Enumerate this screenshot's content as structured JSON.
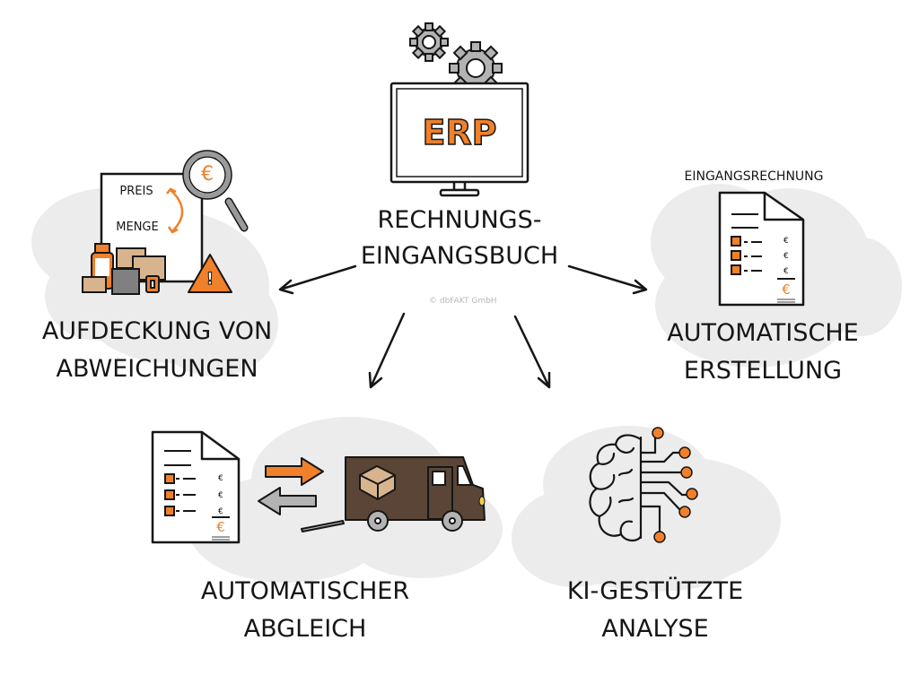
{
  "colors": {
    "accent": "#f0802a",
    "ink": "#161616",
    "cloud": "#ececec",
    "gear": "#b3b3b3",
    "truck": "#5a4537",
    "box": "#d8b48e"
  },
  "center": {
    "screen_text": "ERP",
    "title_line1": "RECHNUNGS-",
    "title_line2": "EINGANGSBUCH",
    "copyright": "© dbFAKT GmbH",
    "icons": [
      "gear-icon",
      "monitor-icon"
    ]
  },
  "nodes": {
    "discrepancies": {
      "line1": "AUFDECKUNG VON",
      "line2": "ABWEICHUNGEN",
      "doc_word1": "PREIS",
      "doc_word2": "MENGE",
      "magnifier_symbol": "€",
      "warning_symbol": "!",
      "icons": [
        "document-icon",
        "magnifier-icon",
        "swap-arrow-icon",
        "boxes-icon",
        "warning-icon"
      ]
    },
    "creation": {
      "caption": "EINGANGSRECHNUNG",
      "line1": "AUTOMATISCHE",
      "line2": "ERSTELLUNG",
      "currency": "€",
      "icons": [
        "invoice-icon"
      ]
    },
    "matching": {
      "line1": "AUTOMATISCHER",
      "line2": "ABGLEICH",
      "currency": "€",
      "icons": [
        "invoice-icon",
        "arrow-right-icon",
        "arrow-left-icon",
        "delivery-truck-icon"
      ]
    },
    "ai": {
      "line1": "KI-GESTÜTZTE",
      "line2": "ANALYSE",
      "icons": [
        "ai-brain-icon"
      ]
    }
  }
}
